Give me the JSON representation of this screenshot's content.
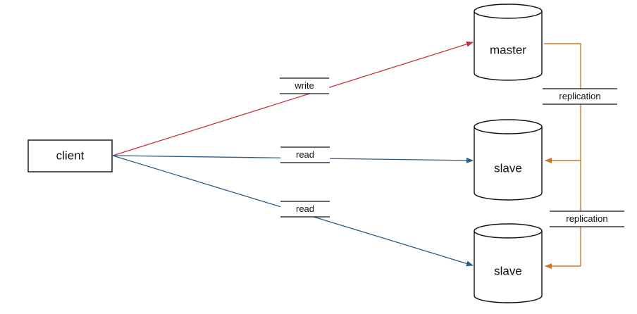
{
  "nodes": {
    "client": {
      "label": "client"
    },
    "master": {
      "label": "master"
    },
    "slave1": {
      "label": "slave"
    },
    "slave2": {
      "label": "slave"
    }
  },
  "edges": {
    "write": {
      "label": "write",
      "color": "#c0353f"
    },
    "read1": {
      "label": "read",
      "color": "#2b5d8a"
    },
    "read2": {
      "label": "read",
      "color": "#2b5d8a"
    },
    "replication1": {
      "label": "replication",
      "color": "#c8782a"
    },
    "replication2": {
      "label": "replication",
      "color": "#c8782a"
    }
  }
}
